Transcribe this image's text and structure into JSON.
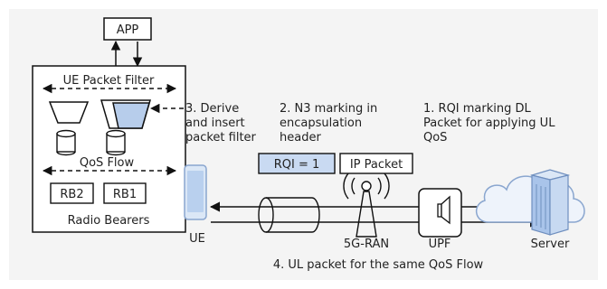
{
  "ue_side": {
    "app_label": "APP",
    "packet_filter_label": "UE Packet Filter",
    "qos_flow_label": "QoS Flow",
    "radio_bearers": [
      "RB2",
      "RB1"
    ],
    "radio_bearers_label": "Radio Bearers"
  },
  "steps": {
    "step1": [
      "1. RQI marking DL",
      "Packet for applying UL",
      "QoS"
    ],
    "step2": [
      "2. N3 marking in",
      "encapsulation",
      "header"
    ],
    "step3": [
      "3. Derive",
      "and insert",
      "packet filter"
    ],
    "step4": "4. UL packet for the same QoS Flow"
  },
  "packet": {
    "rqi_label": "RQI = 1",
    "ip_label": "IP Packet"
  },
  "nodes": {
    "ue": "UE",
    "ran": "5G-RAN",
    "upf": "UPF",
    "server": "Server"
  },
  "colors": {
    "rqi_fill": "#c9daf2",
    "server_blue": "#a9c4ea",
    "filter_highlight": "#b7cdeb",
    "phone_blue": "#b9d0ee",
    "panel_bg": "#f4f4f4"
  },
  "icons": [
    "phone-icon",
    "tunnel-icon",
    "antenna-icon",
    "upf-icon",
    "cloud-icon",
    "server-icon"
  ]
}
